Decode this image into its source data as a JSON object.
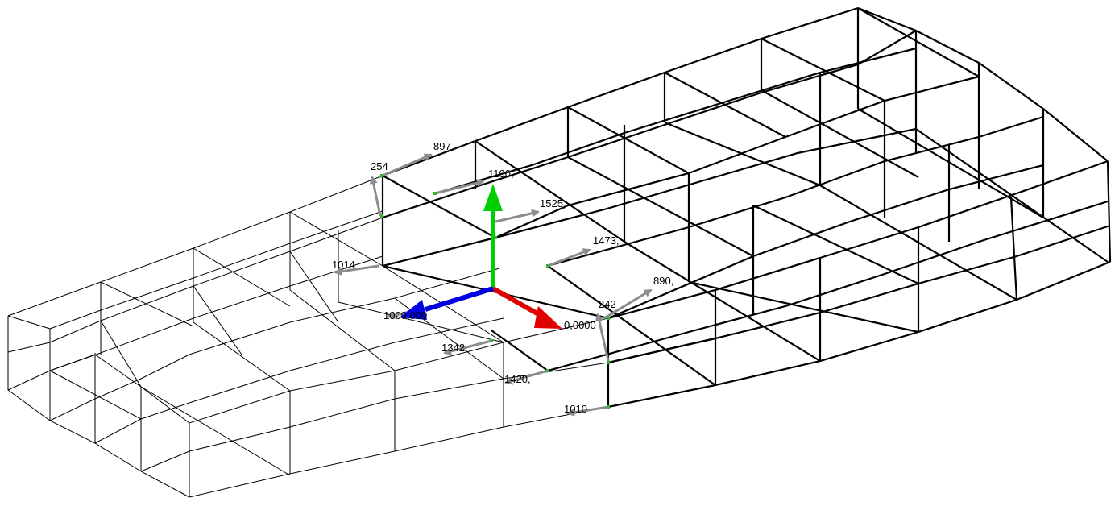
{
  "viewport": {
    "background": "#ffffff",
    "mesh_color": "#000000",
    "dimension_arrow_color": "#8c8c8c",
    "node_marker_color": "#2db82d"
  },
  "axes": {
    "x_axis_color": "#e00000",
    "y_axis_color": "#00d000",
    "z_axis_color": "#0000e0",
    "x_label": "0,0000",
    "y_label": "1100,",
    "z_label": "1000,000"
  },
  "dimension_labels": [
    {
      "key": "d254",
      "text": "254"
    },
    {
      "key": "d897",
      "text": "897,"
    },
    {
      "key": "d1100",
      "text": "1100,"
    },
    {
      "key": "d1525",
      "text": "1525,"
    },
    {
      "key": "d1473",
      "text": "1473,"
    },
    {
      "key": "d890",
      "text": "890,"
    },
    {
      "key": "d242",
      "text": "242"
    },
    {
      "key": "d1014",
      "text": "1014"
    },
    {
      "key": "d1342",
      "text": "1342,"
    },
    {
      "key": "d1420",
      "text": "1420,"
    },
    {
      "key": "d1010",
      "text": "1010"
    }
  ]
}
